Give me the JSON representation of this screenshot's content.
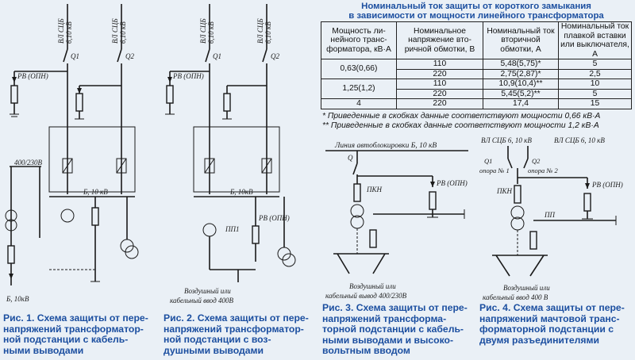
{
  "fig1": {
    "caption": [
      "Рис. 1. Схема защиты от пере-",
      "напряжений трансформатор-",
      "ной подстанции с кабель-",
      "ными выводами"
    ],
    "labels": {
      "line": "ВЛ СЦБ",
      "line_v": "6,10 кВ",
      "q1": "Q1",
      "q2": "Q2",
      "rv": "РВ (ОПН)",
      "bus": "Б, 10 кВ",
      "tr": "400/230В",
      "out": "Б, 10кВ"
    }
  },
  "fig2": {
    "caption": [
      "Рис. 2. Схема защиты от пере-",
      "напряжений трансформатор-",
      "ной подстанции с воз-",
      "душными выводами"
    ],
    "labels": {
      "line": "ВЛ СЦБ",
      "line_v": "6,10 кВ",
      "q1": "Q1",
      "q2": "Q2",
      "rv": "РВ (ОПН)",
      "bus": "Б, 10кВ",
      "pp": "ПП1",
      "out1": "Воздушный или",
      "out2": "кабельный ввод 400В"
    }
  },
  "fig3": {
    "caption": [
      "Рис. 3. Схема защиты от пере-",
      "напряжений трансформа-",
      "торной подстанции с кабель-",
      "ными выводами и высоко-",
      "вольтным вводом"
    ],
    "labels": {
      "line": "Линия автоблокировки Б, 10 кВ",
      "q": "Q",
      "rv": "РВ (ОПН)",
      "pkn": "ПКН",
      "out1": "Воздушный или",
      "out2": "кабельный вывод 400/230В"
    }
  },
  "fig4": {
    "caption": [
      "Рис. 4. Схема защиты от пере-",
      "напряжений мачтовой транс-",
      "форматорной подстанции с",
      "двумя разъединителями"
    ],
    "labels": {
      "line1": "ВЛ СЦБ 6, 10 кВ",
      "line2": "ВЛ СЦБ 6, 10 кВ",
      "q1": "Q1",
      "q2": "Q2",
      "op1": "опора № 1",
      "op2": "опора № 2",
      "rv": "РВ (ОПН)",
      "pkn": "ПКН",
      "pp": "ПП",
      "out1": "Воздушный или",
      "out2": "кабельный ввод 400 В"
    }
  },
  "table": {
    "title": [
      "Номинальный ток защиты от короткого замыкания",
      "в зависимости от мощности линейного трансформатора"
    ],
    "headers": [
      "Мощность ли-нейного транс-форматора, кВ·А",
      "Номинальное напряжение вто-ричной обмотки, В",
      "Номинальный ток вторичной обмотки, А",
      "Номинальный ток плавкой вставки или выключателя, А"
    ],
    "rows": [
      [
        "0,63(0,66)",
        "110",
        "5,48(5,75)*",
        "5"
      ],
      [
        "",
        "220",
        "2,75(2,87)*",
        "2,5"
      ],
      [
        "1,25(1,2)",
        "110",
        "10,9(10,4)**",
        "10"
      ],
      [
        "",
        "220",
        "5,45(5,2)**",
        "5"
      ],
      [
        "4",
        "220",
        "17,4",
        "15"
      ]
    ],
    "note1": "* Приведенные в скобках данные соответствуют мощности 0,66 кВ·А",
    "note2": "** Приведенные в скобках данные соответствуют мощности 1,2 кВ·А"
  }
}
